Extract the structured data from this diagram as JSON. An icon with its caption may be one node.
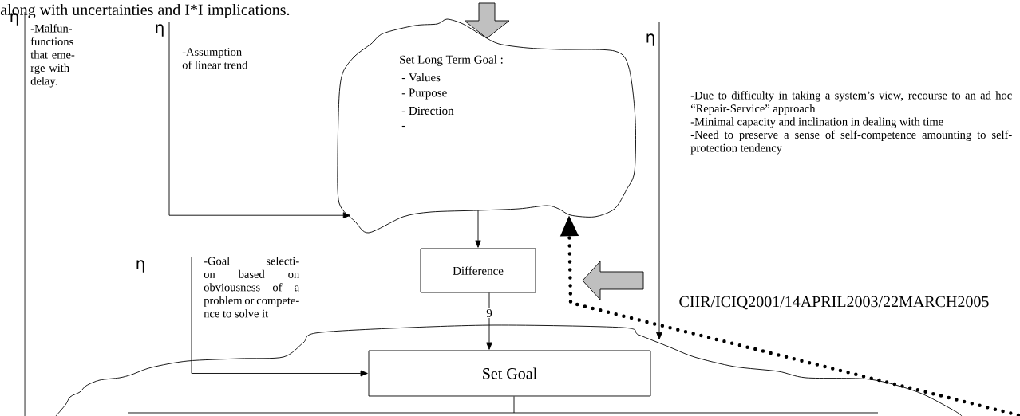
{
  "diagram": {
    "nodes": [
      {
        "text": [
          "-Malfun- functions that eme- rge with delay."
        ],
        "beside": [
          "η"
        ]
      },
      {
        "text": [
          "-Assumption of linear trend"
        ],
        "beside": [
          "η"
        ]
      },
      {
        "text": [
          "Set Long Term Goal :",
          "- Values",
          "- Purpose",
          "- Direction",
          "-"
        ]
      },
      {
        "text": [
          "-Due to difficulty in taking a system’s view, recourse to an ad hoc “Repair-Service” approach",
          "-Minimal capacity and inclination in dealing with time",
          "-Need to preserve a sense of self-competence amounting to self-protection tendency"
        ],
        "beside": [
          "η"
        ]
      },
      {
        "text": [
          "-Goal selecti- on based on obviousness of a problem or compete- nce to solve it"
        ],
        "beside": [
          "η"
        ]
      },
      {
        "text": [
          "Difference"
        ]
      },
      {
        "text": [],
        "shape": "cloud"
      },
      {
        "text": [
          "Set Goal"
        ],
        "in": 6
      }
    ],
    "edges": [
      {
        "from": 0,
        "to": null,
        "arrow": "none"
      },
      {
        "from": 1,
        "to": 2,
        "arrow": "to"
      },
      {
        "from": null,
        "to": 2,
        "arrow": "to",
        "style": "thick",
        "color": "#c0c0c0"
      },
      {
        "from": 3,
        "to": 6,
        "arrow": "to"
      },
      {
        "from": 2,
        "to": 5,
        "arrow": "to"
      },
      {
        "from": 4,
        "to": 7,
        "arrow": "to"
      },
      {
        "from": 5,
        "to": 7,
        "arrow": "to",
        "label": "9"
      },
      {
        "from": null,
        "to": 2,
        "arrow": "to",
        "style": "dashed"
      },
      {
        "from": 7,
        "to": null,
        "arrow": "none"
      }
    ],
    "labels": [
      "along with uncertainties and I*I implications.",
      "CIIR/ICIQ2001/14APRIL2003/22MARCH2005"
    ]
  }
}
